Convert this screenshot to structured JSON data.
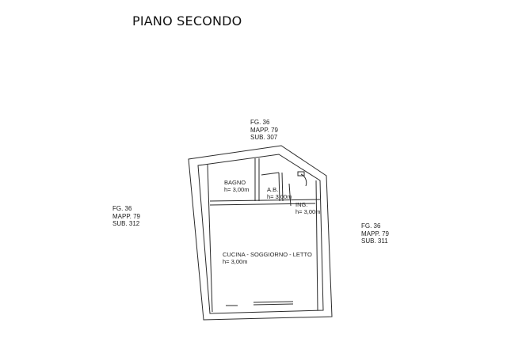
{
  "title": "PIANO SECONDO",
  "neighbors": {
    "north": {
      "fg": "FG. 36",
      "mapp": "MAPP. 79",
      "sub": "SUB. 307"
    },
    "west": {
      "fg": "FG. 36",
      "mapp": "MAPP. 79",
      "sub": "SUB. 312"
    },
    "east": {
      "fg": "FG. 36",
      "mapp": "MAPP. 79",
      "sub": "SUB. 311"
    }
  },
  "rooms": {
    "bagno": {
      "name": "BAGNO",
      "height": "h= 3,00m"
    },
    "ab": {
      "name": "A.B.",
      "height": "h= 3,00m"
    },
    "ing": {
      "name": "ING.",
      "height": "h= 3,00m"
    },
    "cucina": {
      "name": "CUCINA - SOGGIORNO - LETTO",
      "height": "h= 3,00m"
    }
  },
  "colors": {
    "line": "#2a2a2a",
    "background": "#ffffff"
  }
}
